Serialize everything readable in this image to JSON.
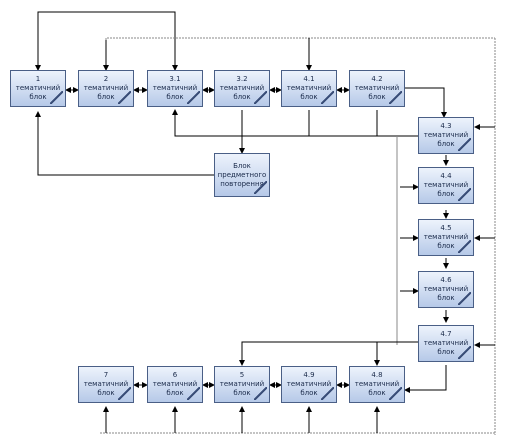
{
  "blocks": {
    "b1": {
      "lines": [
        "1",
        "тематичний",
        "блок"
      ]
    },
    "b2": {
      "lines": [
        "2",
        "тематичний",
        "блок"
      ]
    },
    "b31": {
      "lines": [
        "3.1",
        "тематичний",
        "блок"
      ]
    },
    "b32": {
      "lines": [
        "3.2",
        "тематичний",
        "блок"
      ]
    },
    "b41": {
      "lines": [
        "4.1",
        "тематичний",
        "блок"
      ]
    },
    "b42": {
      "lines": [
        "4.2",
        "тематичний",
        "блок"
      ]
    },
    "b43": {
      "lines": [
        "4.3",
        "тематичний",
        "блок"
      ]
    },
    "b44": {
      "lines": [
        "4.4",
        "тематичний",
        "блок"
      ]
    },
    "b45": {
      "lines": [
        "4.5",
        "тематичний",
        "блок"
      ]
    },
    "b46": {
      "lines": [
        "4.6",
        "тематичний",
        "блок"
      ]
    },
    "b47": {
      "lines": [
        "4.7",
        "тематичний",
        "блок"
      ]
    },
    "b48": {
      "lines": [
        "4.8",
        "тематичний",
        "блок"
      ]
    },
    "b49": {
      "lines": [
        "4.9",
        "тематичний",
        "блок"
      ]
    },
    "b5": {
      "lines": [
        "5",
        "тематичний",
        "блок"
      ]
    },
    "b6": {
      "lines": [
        "6",
        "тематичний",
        "блок"
      ]
    },
    "b7": {
      "lines": [
        "7",
        "тематичний",
        "блок"
      ]
    },
    "bp": {
      "lines": [
        "Блок",
        "предметного",
        "повторення"
      ]
    }
  },
  "colors": {
    "box_border": "#4a5f86",
    "box_fill_top": "#edf3fc",
    "box_fill_bottom": "#b6c9e8",
    "connector": "#000000",
    "connector_light": "#8a8a8a"
  }
}
